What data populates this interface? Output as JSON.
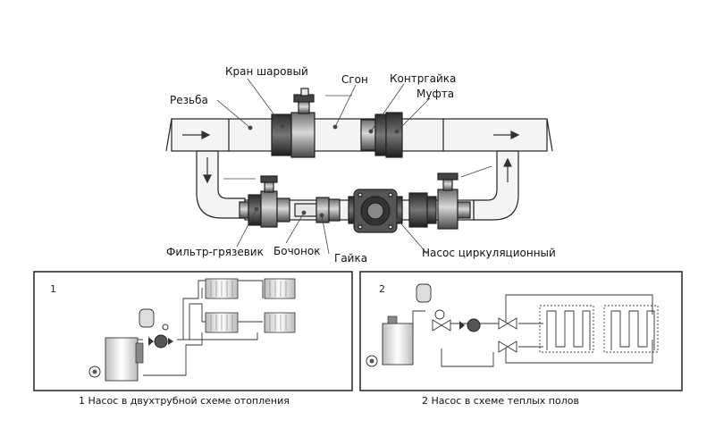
{
  "labels": {
    "ball_valve": "Кран шаровый",
    "thread": "Резьба",
    "sgon": "Сгон",
    "locknut": "Контргайка",
    "coupling": "Муфта",
    "mud_filter": "Фильтр-грязевик",
    "barrel": "Бочонок",
    "nut": "Гайка",
    "circ_pump": "Насос циркуляционный"
  },
  "panels": [
    {
      "number": "1",
      "caption": "1 Насос в двухтрубной схеме отопления"
    },
    {
      "number": "2",
      "caption": "2 Насос в схеме теплых полов"
    }
  ]
}
